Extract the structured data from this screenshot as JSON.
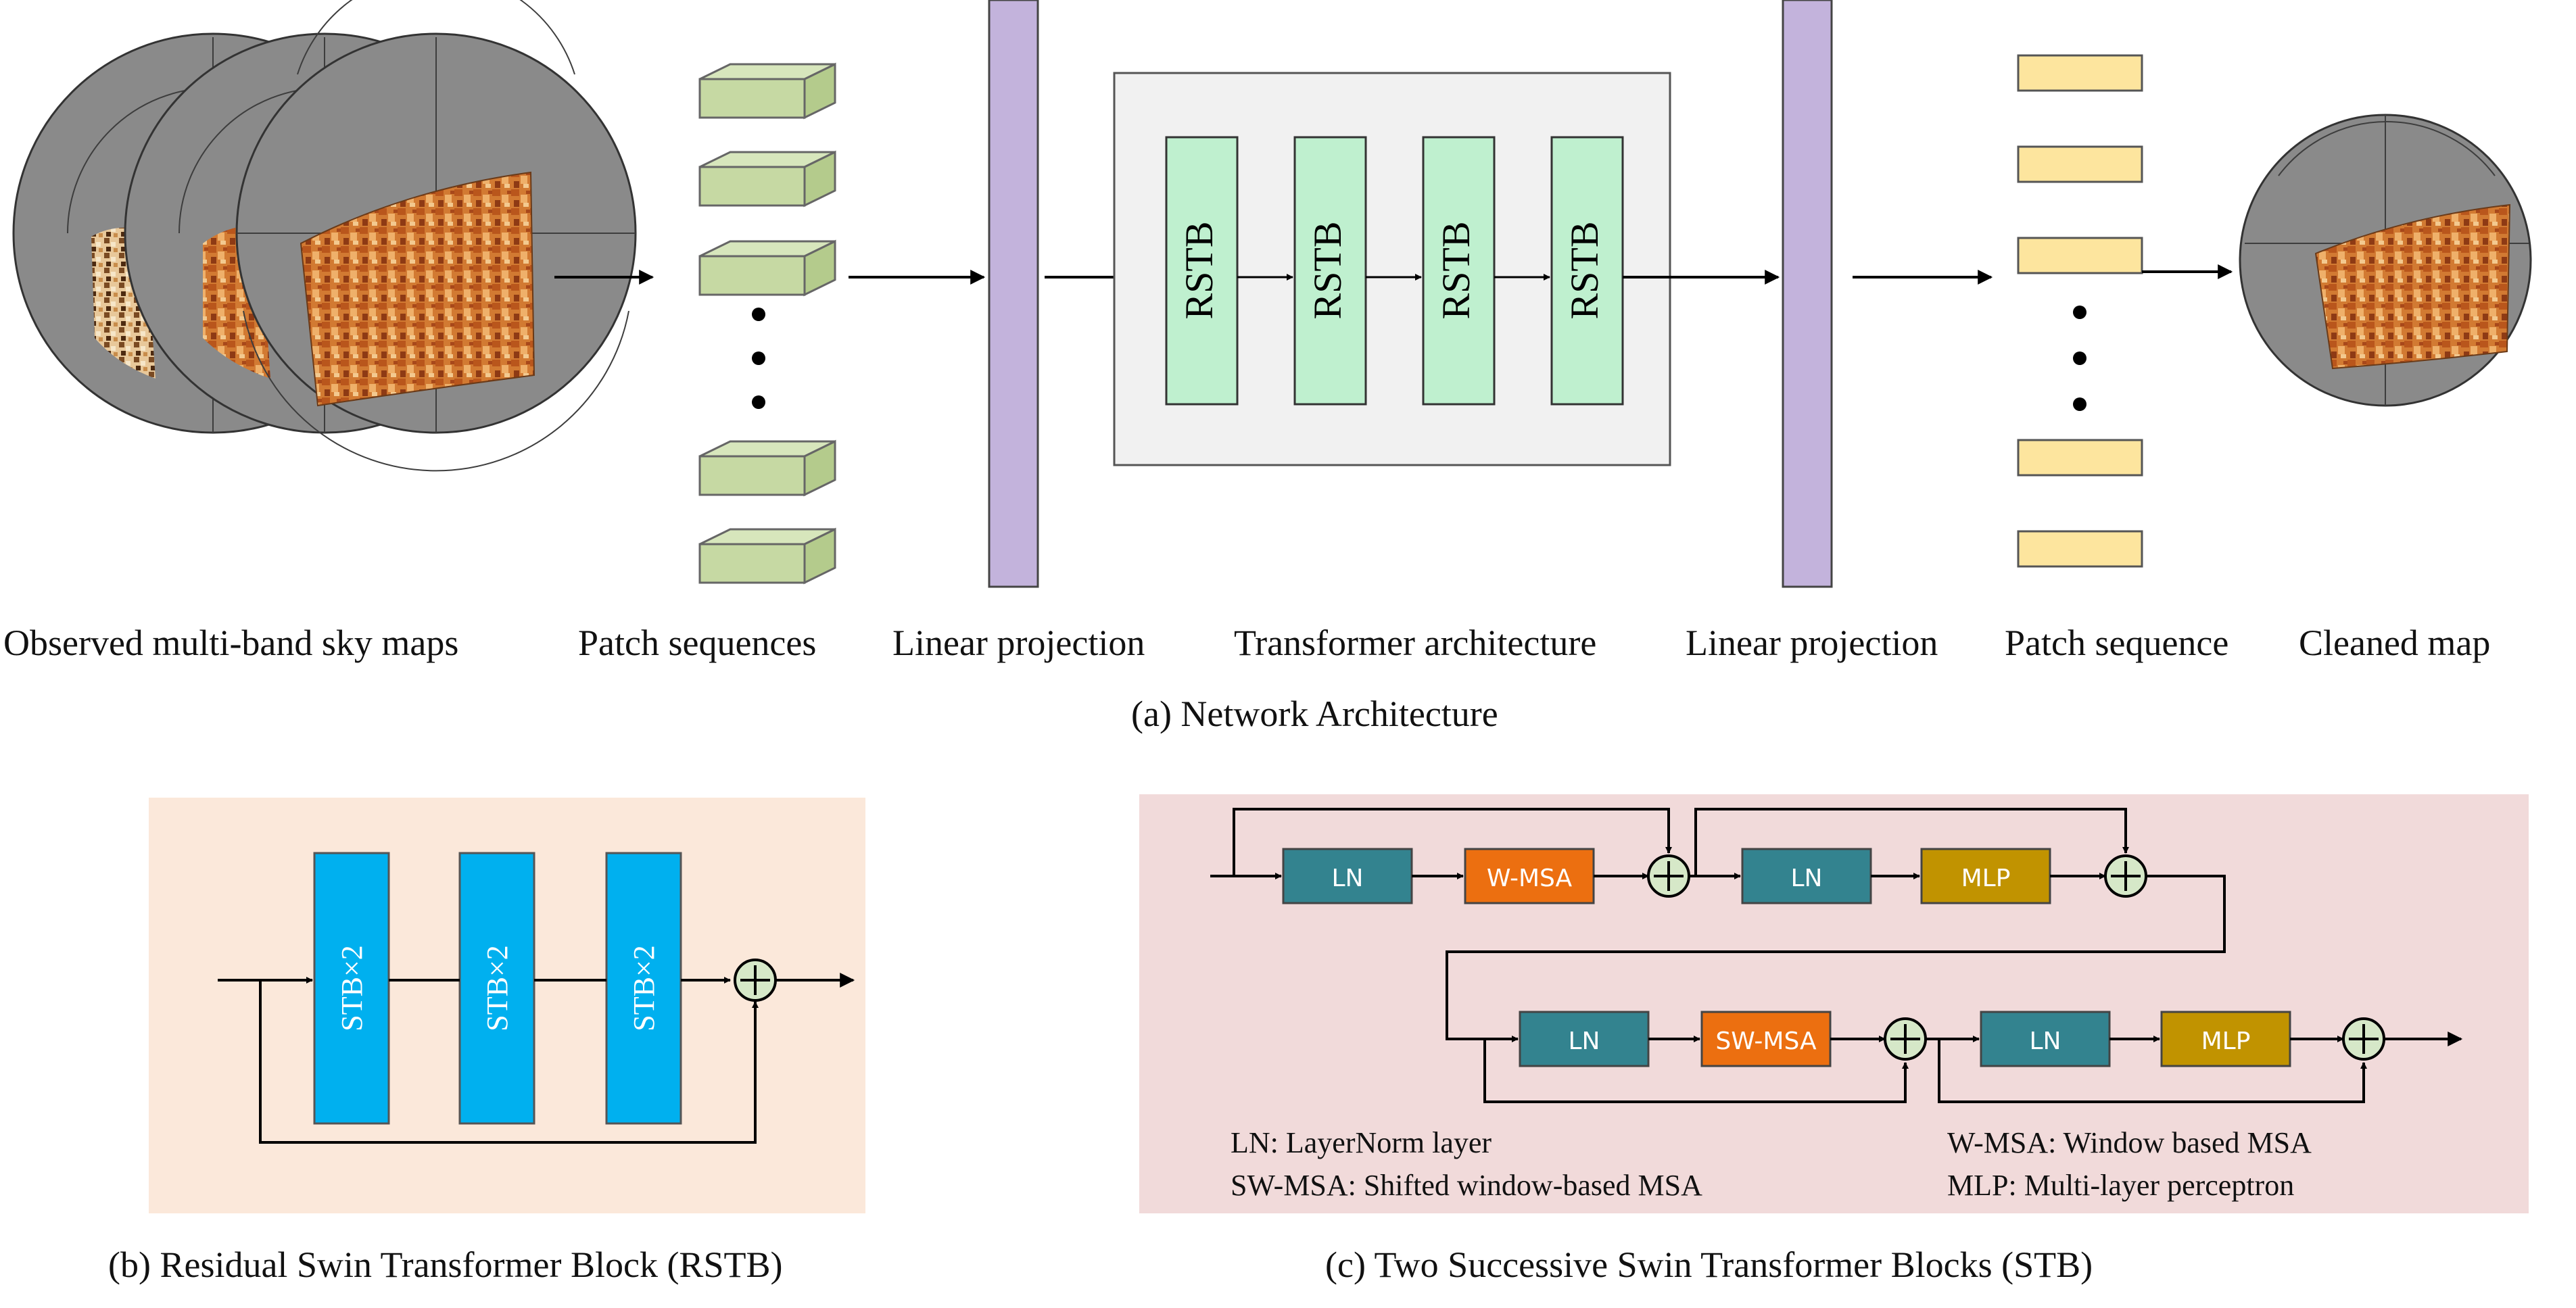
{
  "panel_a": {
    "stage_labels": [
      "Observed multi-band sky maps",
      "Patch sequences",
      "Linear projection",
      "Transformer architecture",
      "Linear projection",
      "Patch sequence",
      "Cleaned map"
    ],
    "rstb_label": "RSTB",
    "caption": "(a) Network Architecture"
  },
  "panel_b": {
    "block_label": "STB×2",
    "caption": "(b) Residual Swin Transformer Block (RSTB)"
  },
  "panel_c": {
    "row1": [
      "LN",
      "W-MSA",
      "LN",
      "MLP"
    ],
    "row2": [
      "LN",
      "SW-MSA",
      "LN",
      "MLP"
    ],
    "legend": [
      "LN: LayerNorm layer",
      "W-MSA: Window based MSA",
      "SW-MSA: Shifted window-based MSA",
      "MLP: Multi-layer perceptron"
    ],
    "caption": "(c) Two Successive Swin Transformer Blocks (STB)"
  },
  "colors": {
    "patch_green": "#c6d9a3",
    "projection_purple": "#c3b3dc",
    "rstb_green": "#bff0cf",
    "transformer_bg": "#f1f1f1",
    "patch_yellow": "#fde59e",
    "panel_b_bg": "#fbe8da",
    "stb_blue": "#00b0ef",
    "panel_c_bg": "#f1dada",
    "ln_teal": "#33838f",
    "msa_orange": "#ec6f10",
    "mlp_gold": "#c19300",
    "sum_node": "#d6e8c8",
    "sphere_gray": "#8a8a8a",
    "map_orange": "#d9823a"
  }
}
